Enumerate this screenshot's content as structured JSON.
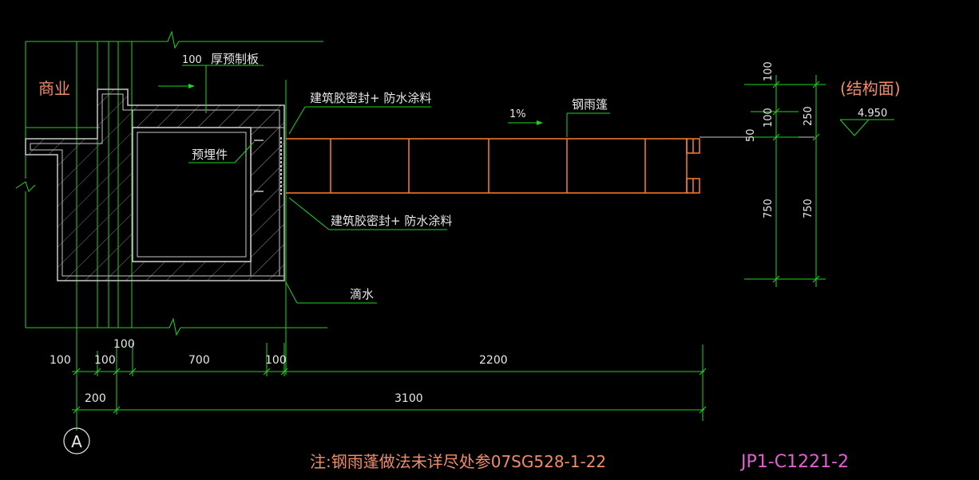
{
  "colors": {
    "background": "#000000",
    "green": "#1FD41F",
    "white": "#E8E8E8",
    "orange": "#FF7F27",
    "salmon": "#F08C6A",
    "magenta": "#E060D0",
    "hatch": "#9A9A9A"
  },
  "labels": {
    "room": "商业",
    "slab": "厚预制板",
    "slab_thk": "100",
    "sealant_top": "建筑胶密封+ 防水涂料",
    "sealant_bottom": "建筑胶密封+ 防水涂料",
    "embedded": "预埋件",
    "slope": "1%",
    "canopy": "钢雨篷",
    "drip": "滴水",
    "struct_surface": "(结构面)",
    "elevation": "4.950"
  },
  "dims_bottom_row1": [
    "100",
    "100",
    "700",
    "100",
    "2200"
  ],
  "dims_bottom_top_extra": "100",
  "dims_bottom_row2": [
    "200",
    "3100"
  ],
  "dims_right": {
    "top": "100",
    "a": "100",
    "b": "250",
    "c": "50",
    "d": "750",
    "e": "750"
  },
  "axis": "A",
  "note": "注:钢雨蓬做法未详尽处参07SG528-1-22",
  "drawing_no": "JP1-C1221-2"
}
